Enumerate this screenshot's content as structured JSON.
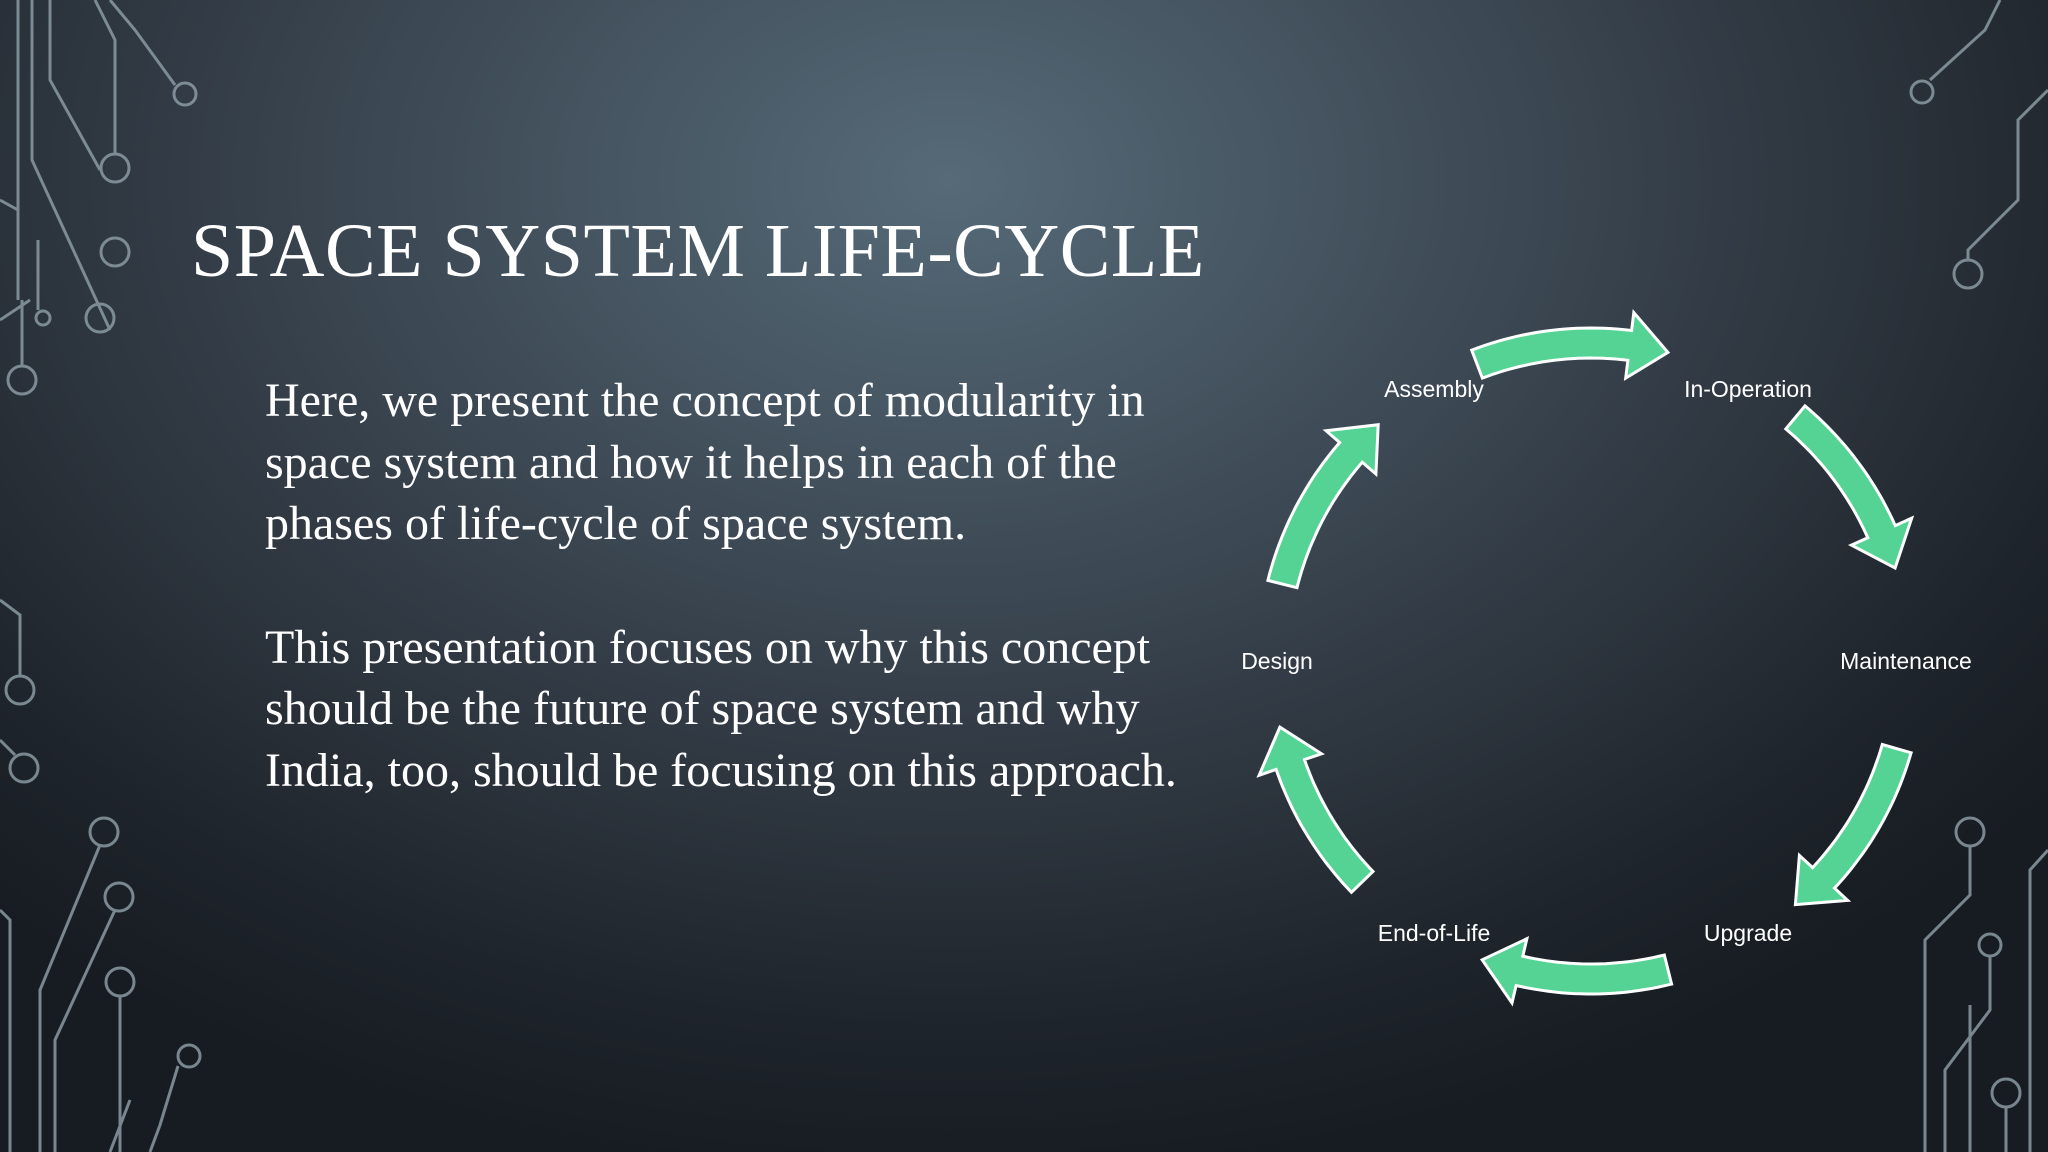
{
  "slide": {
    "title": "SPACE SYSTEM LIFE-CYCLE",
    "paragraphs": [
      "Here, we present the concept of modularity in space system and how it helps in each of the phases of life-cycle of space system.",
      "This presentation focuses on why this concept should be the future of space system and why India, too, should be focusing on this approach."
    ]
  },
  "cycle": {
    "stages": [
      "Assembly",
      "In-Operation",
      "Maintenance",
      "Upgrade",
      "End-of-Life",
      "Design"
    ],
    "arrow_color": "#54d394",
    "arrow_outline": "#ffffff"
  },
  "theme": {
    "background": "#3c4852",
    "text_color": "#ffffff",
    "circuit_line_color": "#8a9aa3"
  }
}
